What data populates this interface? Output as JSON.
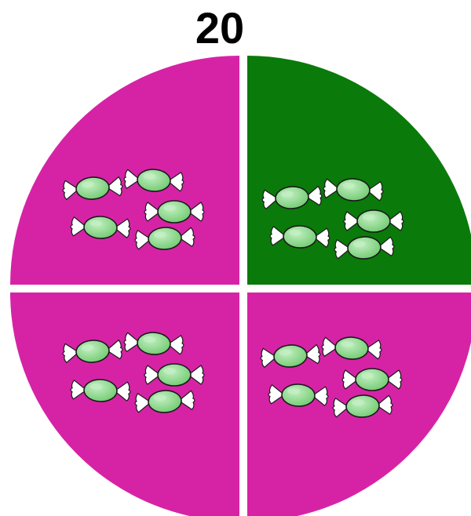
{
  "title": "20",
  "colors": {
    "quarter_default": "#d623a6",
    "quarter_highlight": "#0a7a0a",
    "candy_body": "#8fd98f",
    "candy_body_light": "#c4efc4",
    "candy_outline": "#1a1a1a",
    "wrapper": "#ffffff"
  },
  "quarters": [
    {
      "id": "top-left",
      "highlighted": false,
      "candies": 5
    },
    {
      "id": "top-right",
      "highlighted": true,
      "candies": 5
    },
    {
      "id": "bottom-left",
      "highlighted": false,
      "candies": 5
    },
    {
      "id": "bottom-right",
      "highlighted": false,
      "candies": 5
    }
  ]
}
